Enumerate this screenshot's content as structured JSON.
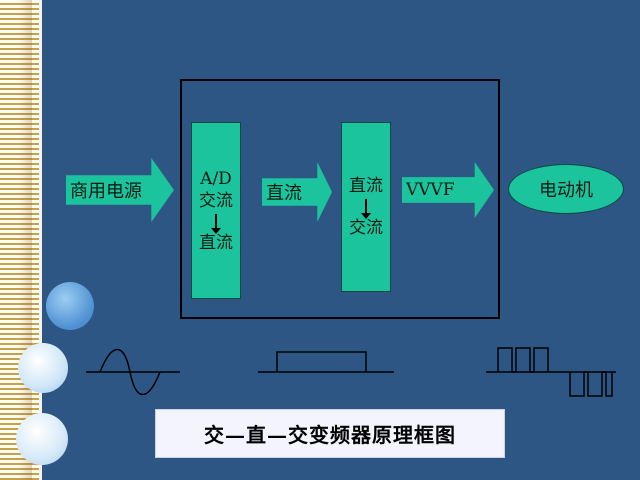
{
  "blocks": {
    "power_source": "商用电源",
    "rectifier": {
      "line1": "A/D",
      "line2": "交流",
      "line3": "直流"
    },
    "dc_link": "直流",
    "inverter": {
      "line1": "直流",
      "line2": "交流"
    },
    "vvvf": "VVVF",
    "motor": "电动机"
  },
  "caption": "交—直—交变频器原理框图",
  "colors": {
    "background": "#2d5685",
    "block_fill": "#1bc49c",
    "caption_bg": "#f4f4ff"
  }
}
